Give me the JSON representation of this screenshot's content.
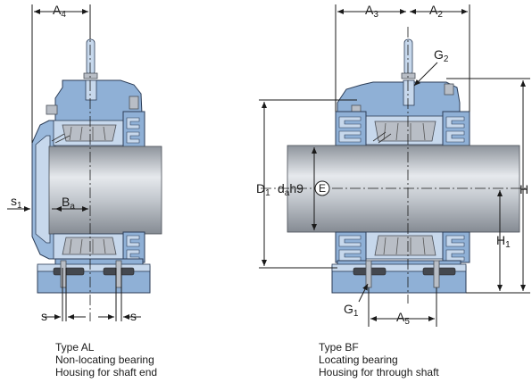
{
  "left_view": {
    "labels": {
      "A4": "A",
      "A4_sub": "4",
      "s1": "s",
      "s1_sub": "1",
      "Ba": "B",
      "Ba_sub": "a",
      "s_left": "s",
      "s_right": "s"
    },
    "caption": {
      "line1": "Type AL",
      "line2": "Non-locating bearing",
      "line3": "Housing for shaft end"
    }
  },
  "right_view": {
    "labels": {
      "A3": "A",
      "A3_sub": "3",
      "A2": "A",
      "A2_sub": "2",
      "G2": "G",
      "G2_sub": "2",
      "D1": "D",
      "D1_sub": "1",
      "da": "d",
      "da_sub": "a",
      "da_tol": "h9",
      "E": "E",
      "H": "H",
      "H1": "H",
      "H1_sub": "1",
      "G1": "G",
      "G1_sub": "1",
      "A5": "A",
      "A5_sub": "5"
    },
    "caption": {
      "line1": "Type BF",
      "line2": "Locating bearing",
      "line3": "Housing for through shaft"
    }
  },
  "colors": {
    "housing": "#8fb0d6",
    "shaft": "#b9bec6",
    "outline": "#2c3d57"
  }
}
